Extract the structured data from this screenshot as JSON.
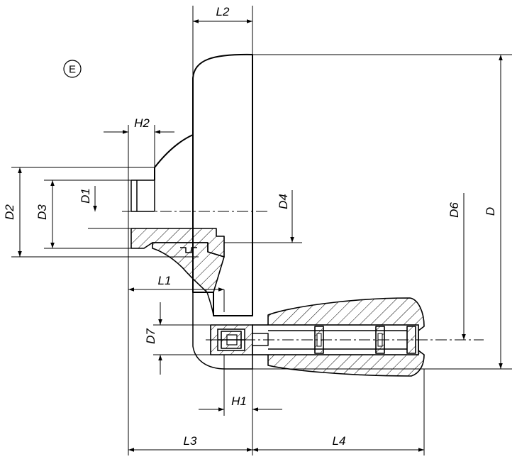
{
  "view_marker": "E",
  "dimension_labels": {
    "L2": "L2",
    "H2": "H2",
    "D1": "D1",
    "D2": "D2",
    "D3": "D3",
    "D4": "D4",
    "D6": "D6",
    "D": "D",
    "L1": "L1",
    "D7": "D7",
    "H1": "H1",
    "L3": "L3",
    "L4": "L4"
  }
}
